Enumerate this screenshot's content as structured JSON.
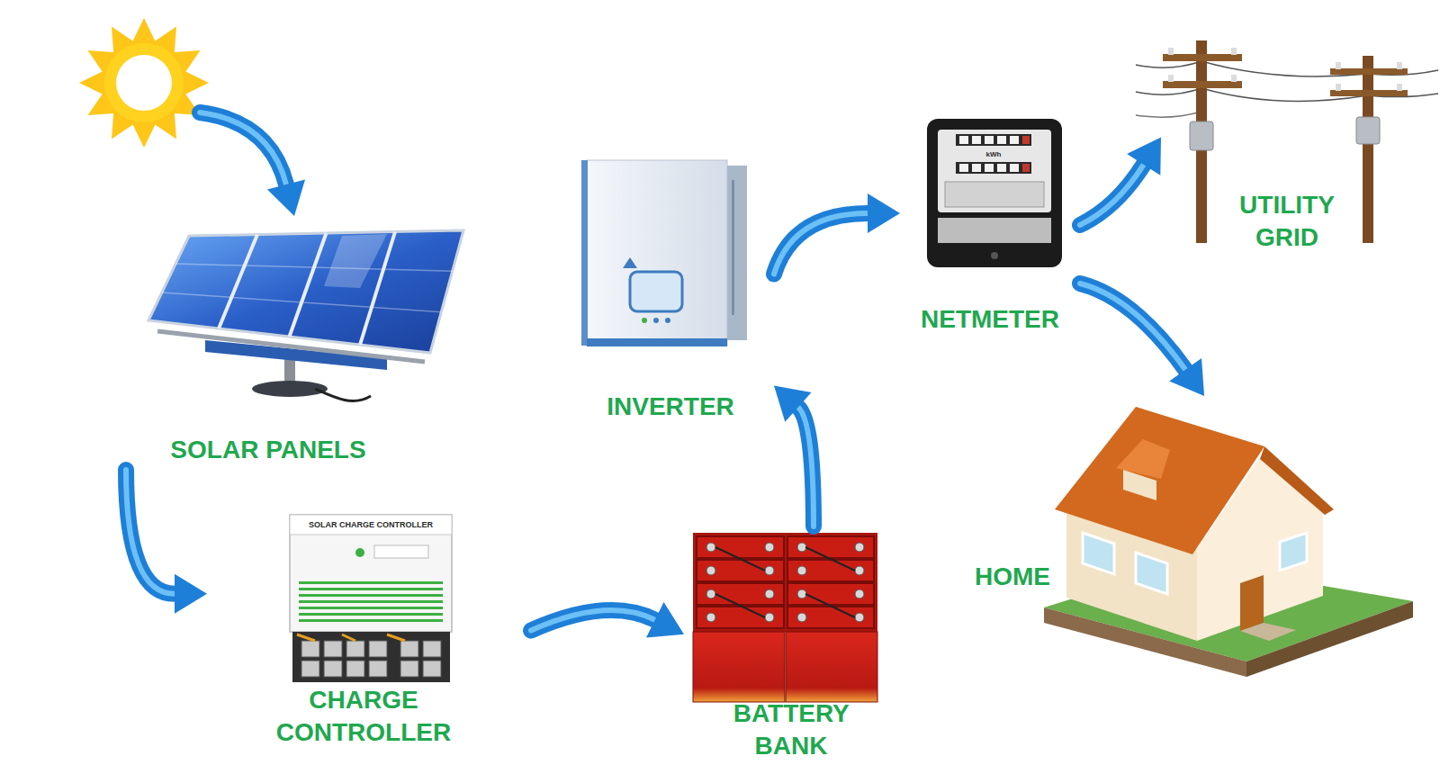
{
  "diagram": {
    "nodes": [
      {
        "text": [
          "SOLAR PANELS"
        ]
      },
      {
        "text": [
          "CHARGE CONTROLLER"
        ]
      },
      {
        "text": [
          "BATTERY BANK"
        ]
      },
      {
        "text": [
          "INVERTER"
        ]
      },
      {
        "text": [
          "NETMETER"
        ]
      },
      {
        "text": [
          "UTILITY GRID"
        ]
      },
      {
        "text": [
          "HOME"
        ]
      }
    ],
    "edges": [
      {
        "from": 0,
        "to": 1,
        "arrow": "to"
      },
      {
        "from": 1,
        "to": 2,
        "arrow": "to"
      },
      {
        "from": 2,
        "to": 3,
        "arrow": "to"
      },
      {
        "from": 3,
        "to": 4,
        "arrow": "to"
      },
      {
        "from": 4,
        "to": 5,
        "arrow": "to"
      },
      {
        "from": 4,
        "to": 6,
        "arrow": "to"
      }
    ],
    "labels": [
      "SOLAR CHARGE CONTROLLER",
      "kWh"
    ]
  }
}
